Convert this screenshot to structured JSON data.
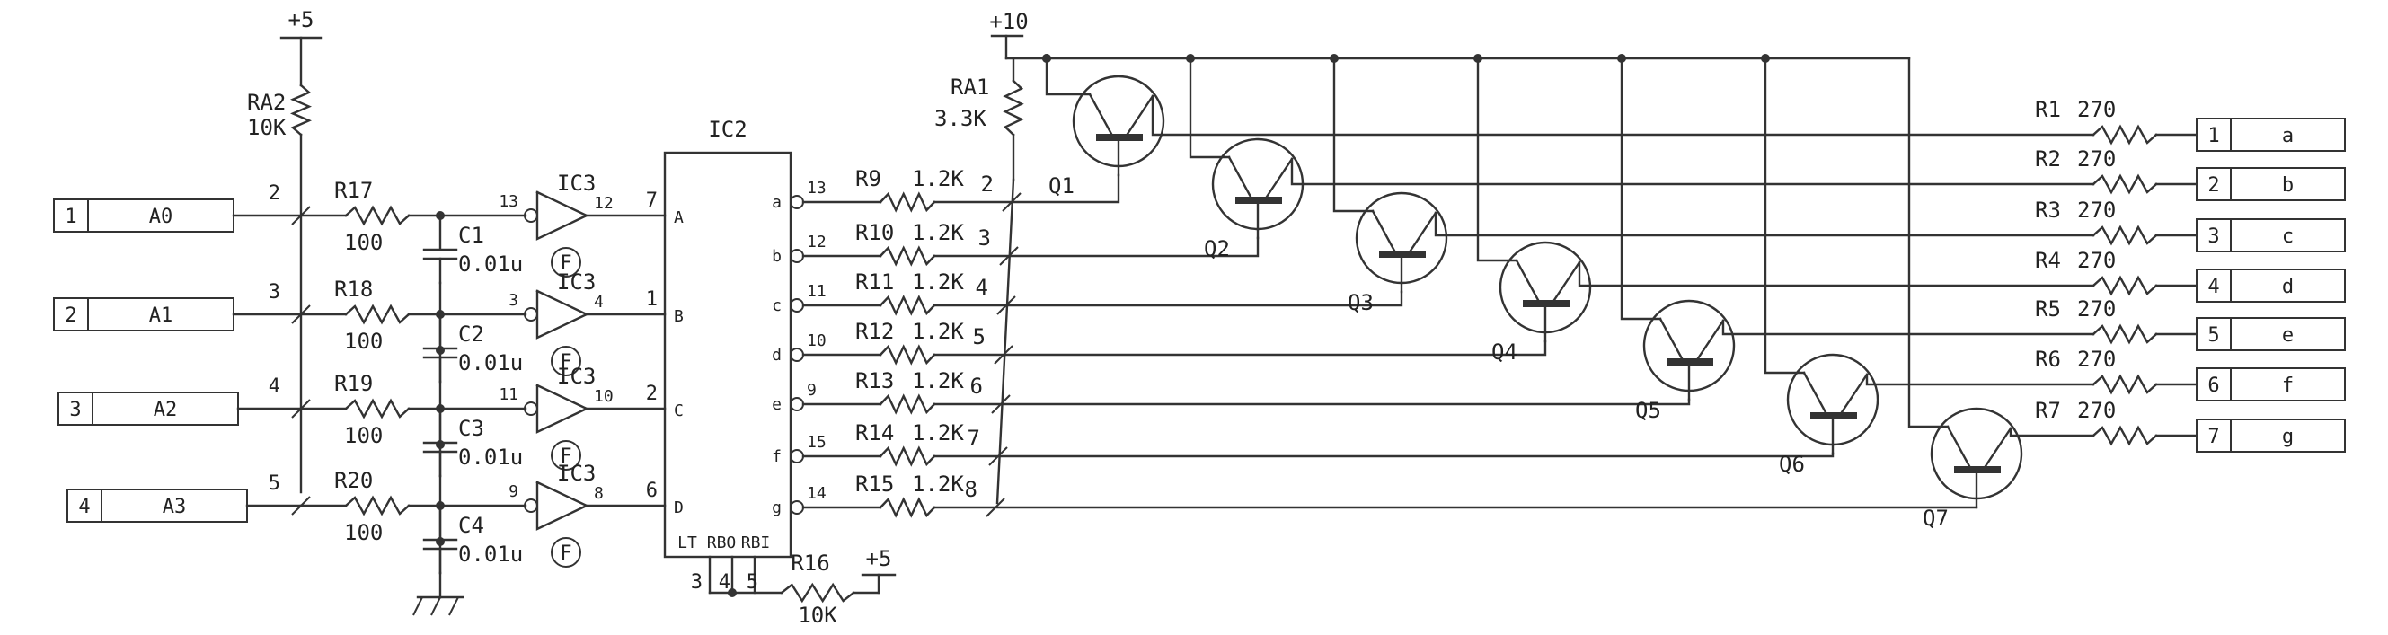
{
  "supply": {
    "plus5_top": "+5",
    "plus10": "+10",
    "plus5_right": "+5"
  },
  "ra2": {
    "ref": "RA2",
    "value": "10K"
  },
  "ra1": {
    "ref": "RA1",
    "value": "3.3K"
  },
  "r16": {
    "ref": "R16",
    "value": "10K"
  },
  "ic2": {
    "ref": "IC2",
    "inputs": [
      "A",
      "B",
      "C",
      "D"
    ],
    "outputs": [
      "a",
      "b",
      "c",
      "d",
      "e",
      "f",
      "g"
    ],
    "in_pins": [
      "7",
      "1",
      "2",
      "6"
    ],
    "out_pins": [
      "13",
      "12",
      "11",
      "10",
      "9",
      "15",
      "14"
    ],
    "bottom_labels": [
      "LT",
      "RBO",
      "RBI"
    ],
    "bottom_pins": [
      "3",
      "4",
      "5"
    ]
  },
  "inputs": [
    {
      "num": "1",
      "name": "A0",
      "pin": "2",
      "res": "R17",
      "val": "100",
      "cap": "C1",
      "cval": "0.01u",
      "flag": "F",
      "gate_in": "13",
      "gate_out": "12",
      "gate": "IC3"
    },
    {
      "num": "2",
      "name": "A1",
      "pin": "3",
      "res": "R18",
      "val": "100",
      "cap": "C2",
      "cval": "0.01u",
      "flag": "F",
      "gate_in": "3",
      "gate_out": "4",
      "gate": "IC3"
    },
    {
      "num": "3",
      "name": "A2",
      "pin": "4",
      "res": "R19",
      "val": "100",
      "cap": "C3",
      "cval": "0.01u",
      "flag": "F",
      "gate_in": "11",
      "gate_out": "10",
      "gate": "IC3"
    },
    {
      "num": "4",
      "name": "A3",
      "pin": "5",
      "res": "R20",
      "val": "100",
      "cap": "C4",
      "cval": "0.01u",
      "flag": "F",
      "gate_in": "9",
      "gate_out": "8",
      "gate": "IC3"
    }
  ],
  "segments": [
    {
      "res": "R9",
      "val": "1.2K",
      "ra_pin": "2",
      "q": "Q1",
      "r": "R1",
      "rval": "270",
      "num": "1",
      "seg": "a"
    },
    {
      "res": "R10",
      "val": "1.2K",
      "ra_pin": "3",
      "q": "Q2",
      "r": "R2",
      "rval": "270",
      "num": "2",
      "seg": "b"
    },
    {
      "res": "R11",
      "val": "1.2K",
      "ra_pin": "4",
      "q": "Q3",
      "r": "R3",
      "rval": "270",
      "num": "3",
      "seg": "c"
    },
    {
      "res": "R12",
      "val": "1.2K",
      "ra_pin": "5",
      "q": "Q4",
      "r": "R4",
      "rval": "270",
      "num": "4",
      "seg": "d"
    },
    {
      "res": "R13",
      "val": "1.2K",
      "ra_pin": "6",
      "q": "Q5",
      "r": "R5",
      "rval": "270",
      "num": "5",
      "seg": "e"
    },
    {
      "res": "R14",
      "val": "1.2K",
      "ra_pin": "7",
      "q": "Q6",
      "r": "R6",
      "rval": "270",
      "num": "6",
      "seg": "f"
    },
    {
      "res": "R15",
      "val": "1.2K",
      "ra_pin": "8",
      "q": "Q7",
      "r": "R7",
      "rval": "270",
      "num": "7",
      "seg": "g"
    }
  ]
}
